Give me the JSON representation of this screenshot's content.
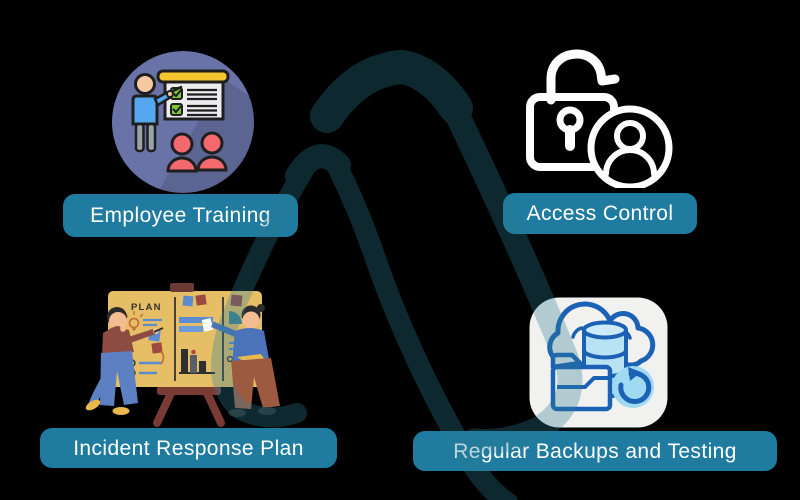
{
  "colors": {
    "background": "#000000",
    "label_bg": "#1f7ba0",
    "label_text": "#ffffff",
    "watermark": "#2e7e95"
  },
  "watermark": {
    "shape": "double-mountain-peak-logo",
    "opacity": 0.32
  },
  "sections": [
    {
      "id": "employee-training",
      "label": "Employee Training",
      "icon": "presentation-training-icon"
    },
    {
      "id": "access-control",
      "label": "Access Control",
      "icon": "unlocked-padlock-user-icon"
    },
    {
      "id": "incident-response-plan",
      "label": "Incident Response Plan",
      "icon": "team-planning-board-illustration",
      "board_text": "PLAN"
    },
    {
      "id": "regular-backups-testing",
      "label": "Regular Backups and Testing",
      "icon": "cloud-database-backup-restore-icon"
    }
  ]
}
